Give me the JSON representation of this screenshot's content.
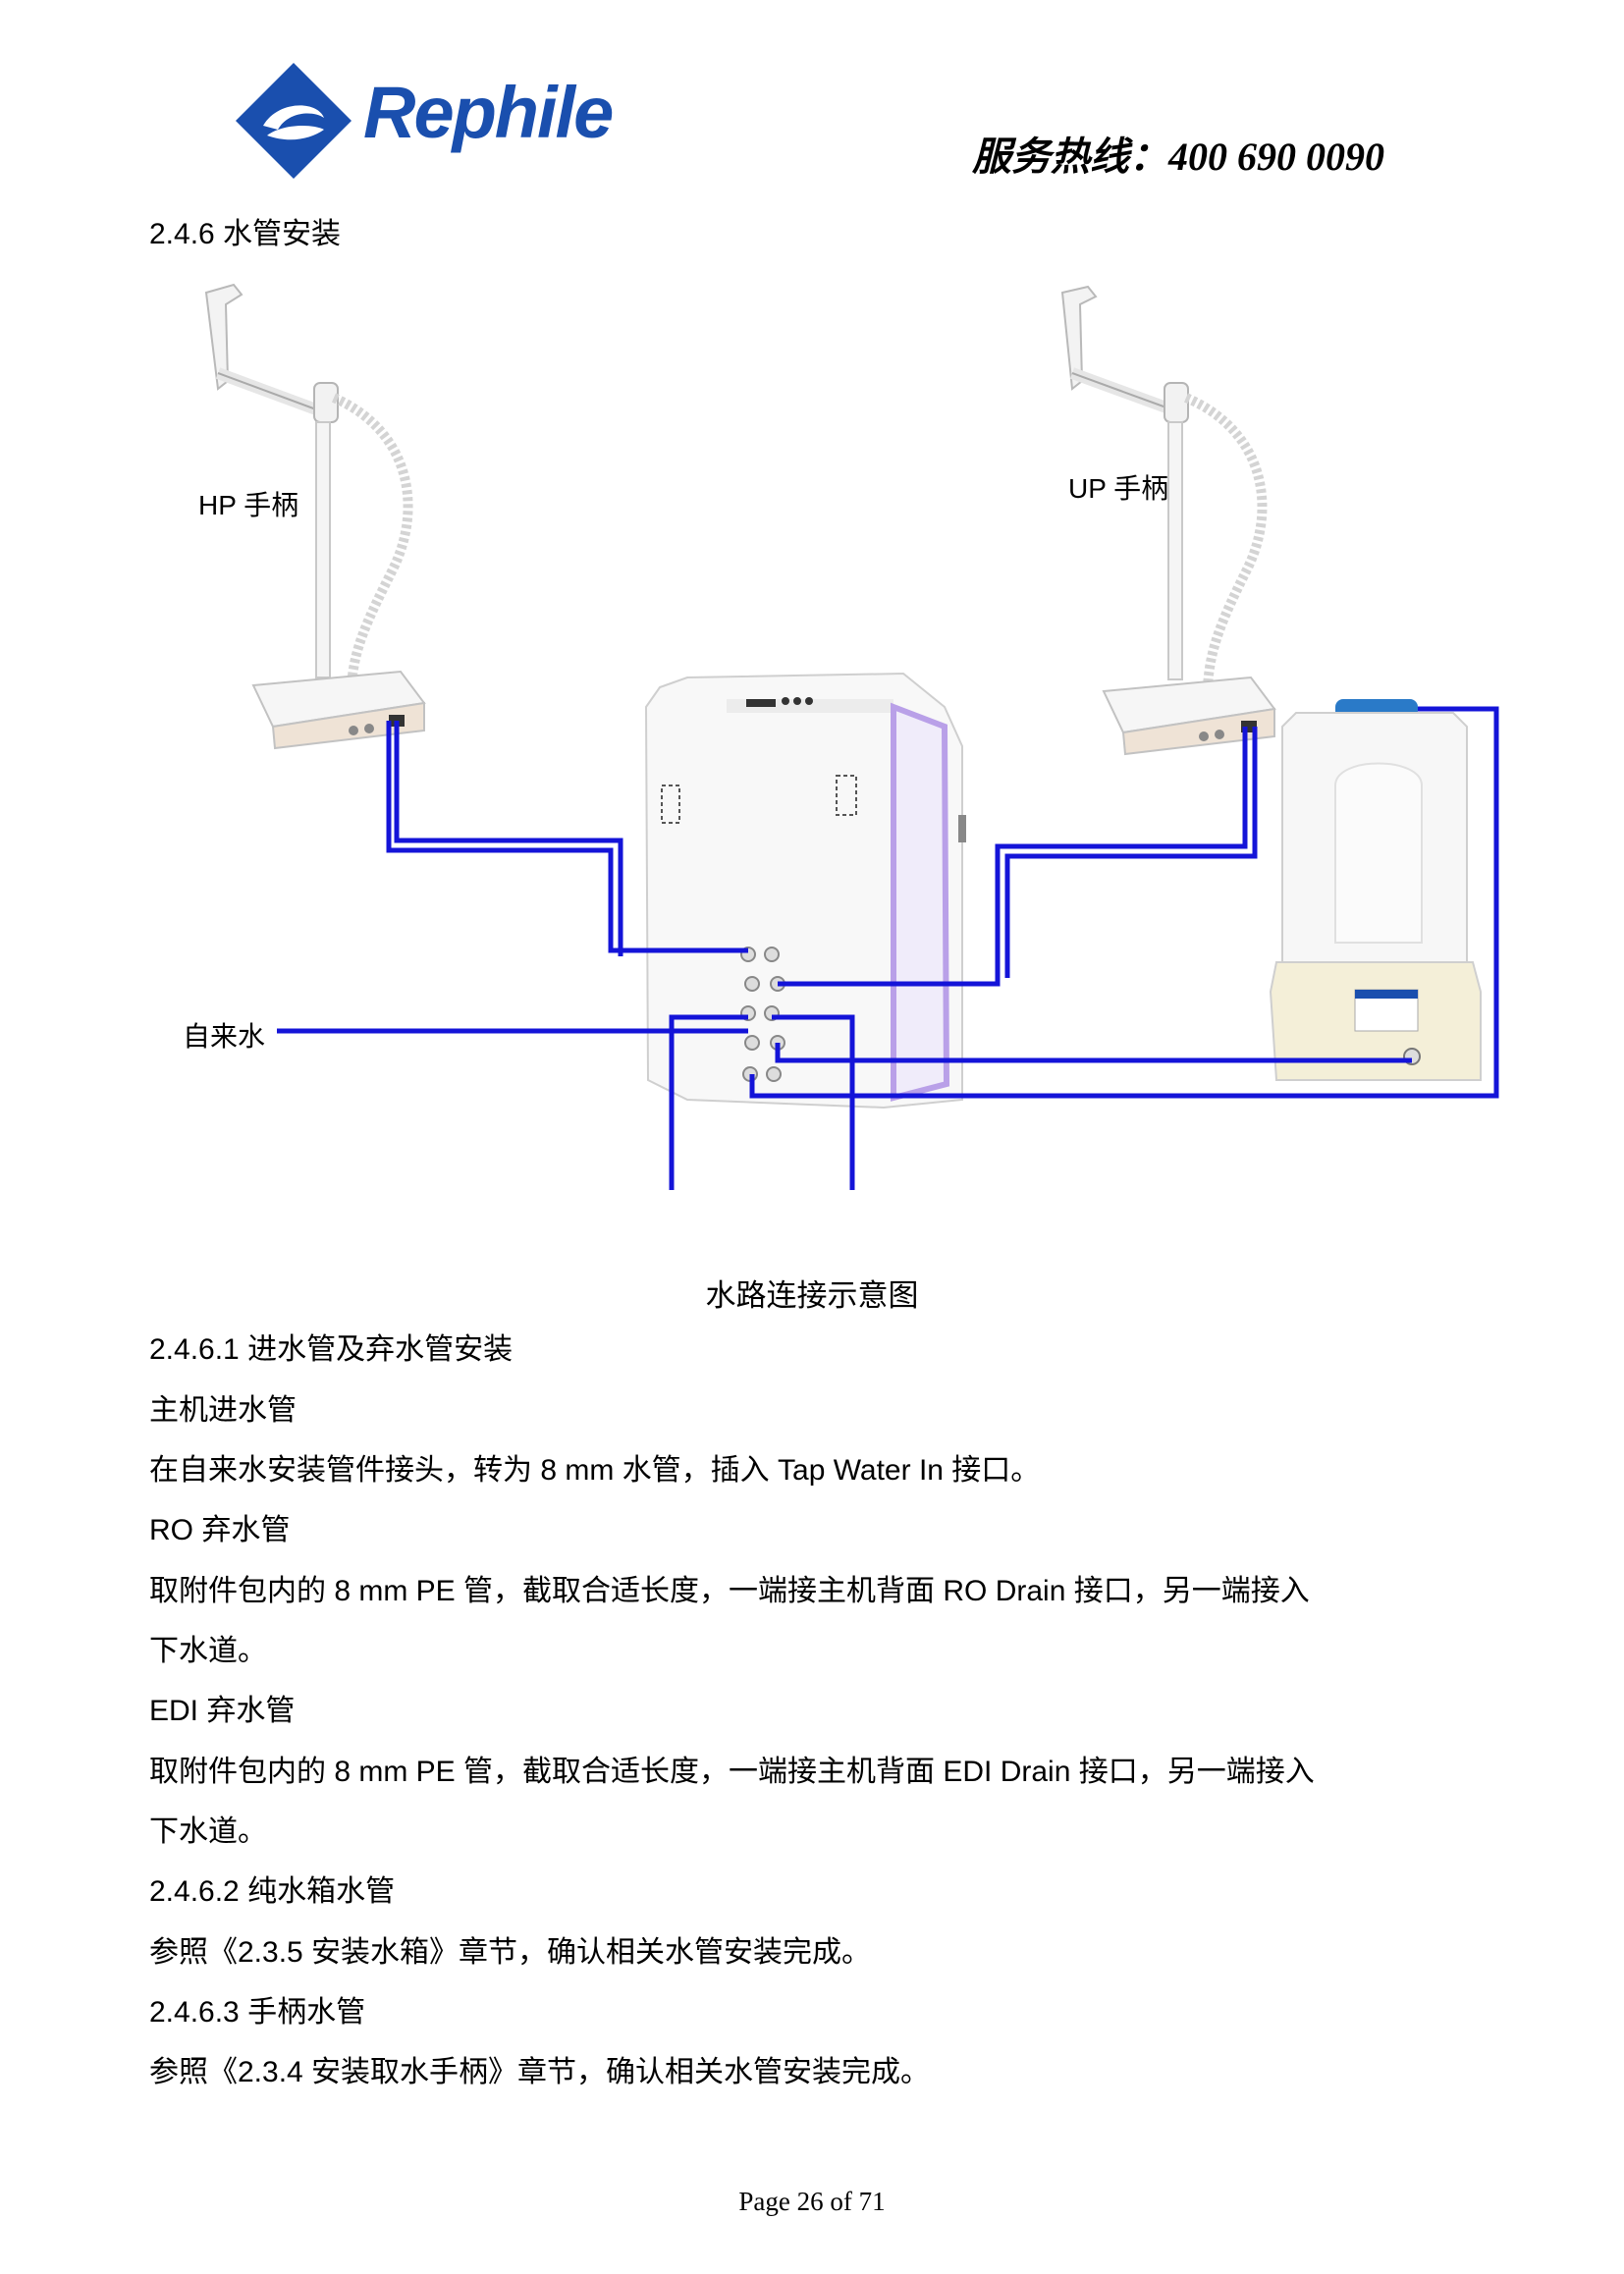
{
  "header": {
    "logo_text": "Rephile",
    "hotline": "服务热线：400  690  0090"
  },
  "section_title": "2.4.6  水管安装",
  "diagram": {
    "labels": {
      "hp_handle": "HP 手柄",
      "up_handle": "UP 手柄",
      "tap_water": "自来水"
    },
    "colors": {
      "pipe": "#1414d8",
      "accent": "#1a4fae",
      "light_purple": "#b9a0e8"
    }
  },
  "caption": "水路连接示意图",
  "body": [
    "2.4.6.1  进水管及弃水管安装",
    "主机进水管",
    "在自来水安装管件接头，转为 8 mm  水管，插入  Tap Water In  接口。",
    "RO  弃水管",
    "取附件包内的  8 mm PE  管，截取合适长度，一端接主机背面  RO Drain  接口，另一端接入",
    "下水道。",
    "EDI  弃水管",
    "取附件包内的  8 mm PE  管，截取合适长度，一端接主机背面  EDI Drain  接口，另一端接入",
    "下水道。",
    "2.4.6.2  纯水箱水管",
    "参照《2.3.5  安装水箱》章节，确认相关水管安装完成。",
    "2.4.6.3  手柄水管",
    "参照《2.3.4  安装取水手柄》章节，确认相关水管安装完成。"
  ],
  "footer": {
    "page": "Page 26 of 71"
  }
}
